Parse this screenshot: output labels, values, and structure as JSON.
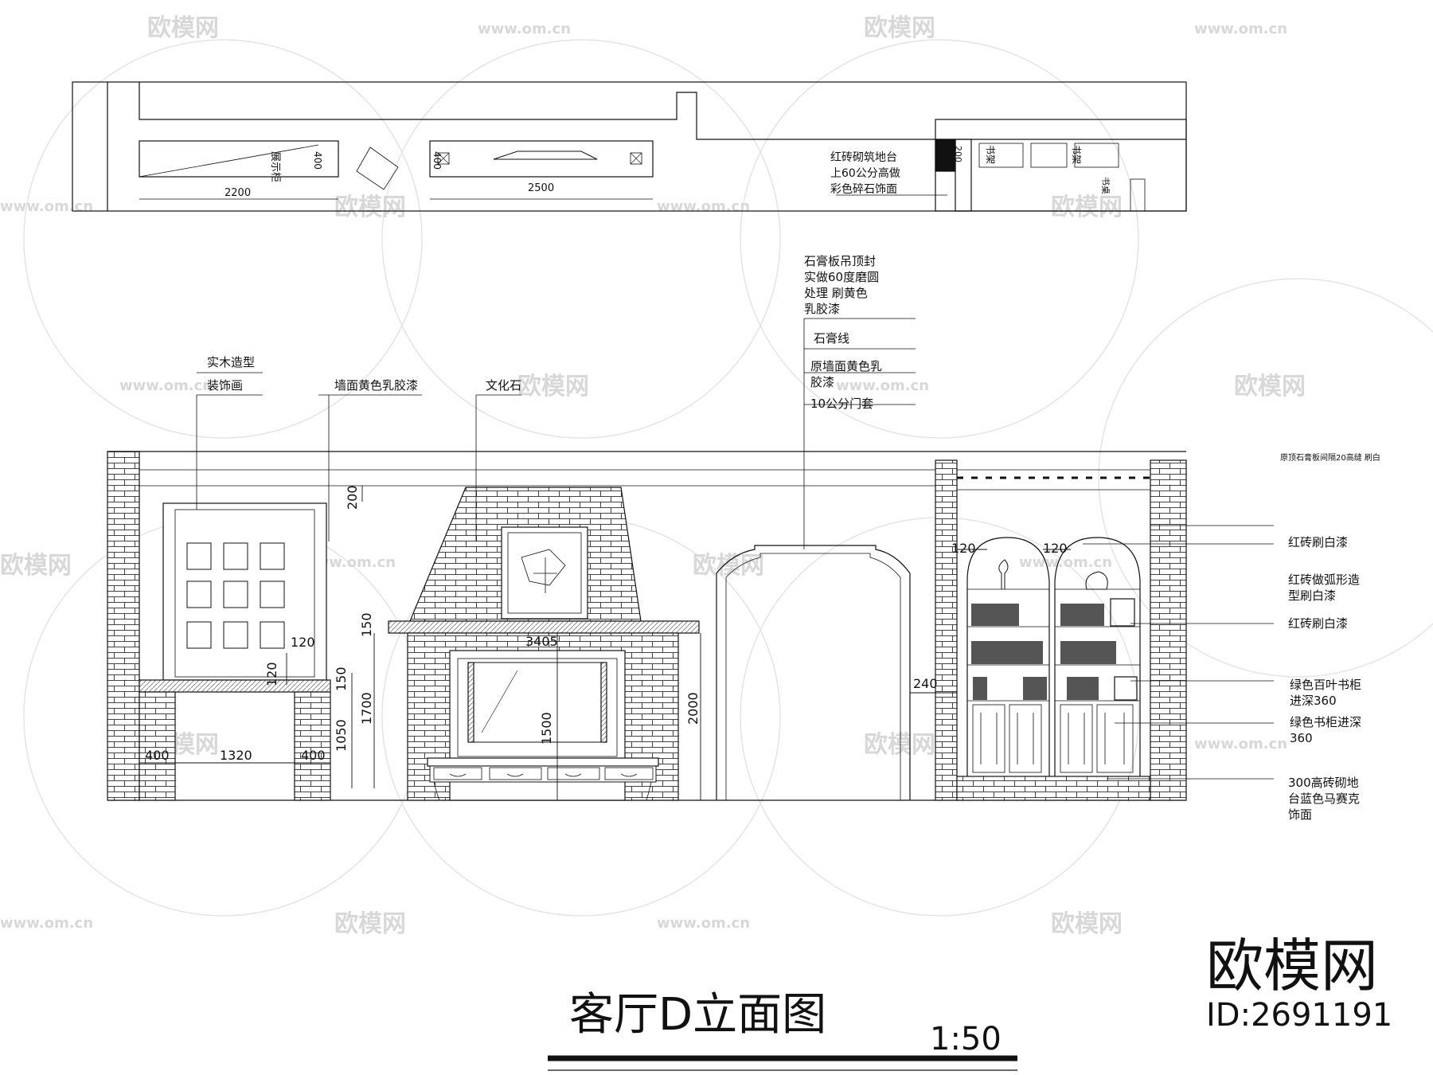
{
  "title": "客厅D立面图",
  "scale": "1:50",
  "brand": {
    "name": "欧模网",
    "id": "ID:2691191"
  },
  "watermark": {
    "logo": "欧模网",
    "url": "www.om.cn"
  },
  "plan": {
    "display_cabinet": "展示柜",
    "dims": {
      "d2200": "2200",
      "d2500": "2500",
      "d400a": "400",
      "d400b": "400",
      "d200": "200"
    },
    "note": [
      "红砖砌筑地台",
      "上60公分高做",
      "彩色碎石饰面"
    ],
    "bookshelf": [
      "书架",
      "书架",
      "书桌"
    ]
  },
  "labels": {
    "solid_wood": [
      "实木造型",
      "装饰画"
    ],
    "wall_paint": "墙面黄色乳胶漆",
    "culture_stone": "文化石",
    "ceiling": [
      "石膏板吊顶封",
      "实做60度磨圆",
      "处理 刷黄色",
      "乳胶漆"
    ],
    "plaster_line": "石膏线",
    "orig_wall": [
      "原墙面黄色乳",
      "胶漆"
    ],
    "door_trim": "10公分门套",
    "top_right": "原顶石膏板间隔20高缝   刷白",
    "right": [
      [
        "红砖刷白漆"
      ],
      [
        "红砖做弧形造",
        "型刷白漆"
      ],
      [
        "红砖刷白漆"
      ],
      [
        "绿色百叶书柜",
        "进深360"
      ],
      [
        "绿色书柜进深",
        "360"
      ],
      [
        "300高砖砌地",
        "台蓝色马赛克",
        "饰面"
      ]
    ]
  },
  "dims": {
    "d200": "200",
    "d120a": "120",
    "d120b": "120",
    "d400l": "400",
    "d1320": "1320",
    "d400r": "400",
    "d150a": "150",
    "d1050": "1050",
    "d150b": "150",
    "d1700": "1700",
    "d3405": "3405",
    "d1500": "1500",
    "d2000": "2000",
    "d240": "240",
    "d120c": "120",
    "d120d": "120"
  }
}
